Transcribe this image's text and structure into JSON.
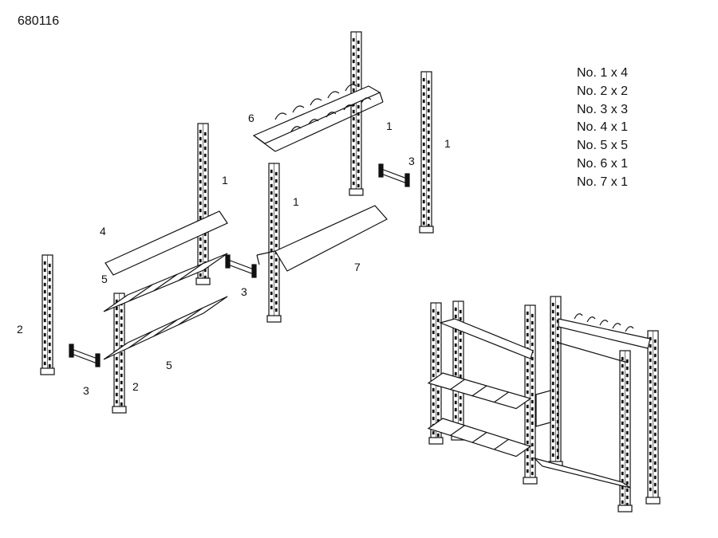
{
  "diagram": {
    "product_code": "680116",
    "parts_list": [
      "No. 1 x 4",
      "No. 2 x 2",
      "No. 3 x 3",
      "No. 4 x 1",
      "No. 5 x 5",
      "No. 6 x 1",
      "No. 7 x 1"
    ],
    "callouts": [
      "1",
      "1",
      "1",
      "1",
      "6",
      "3",
      "3",
      "3",
      "4",
      "5",
      "5",
      "7",
      "2",
      "2"
    ]
  }
}
